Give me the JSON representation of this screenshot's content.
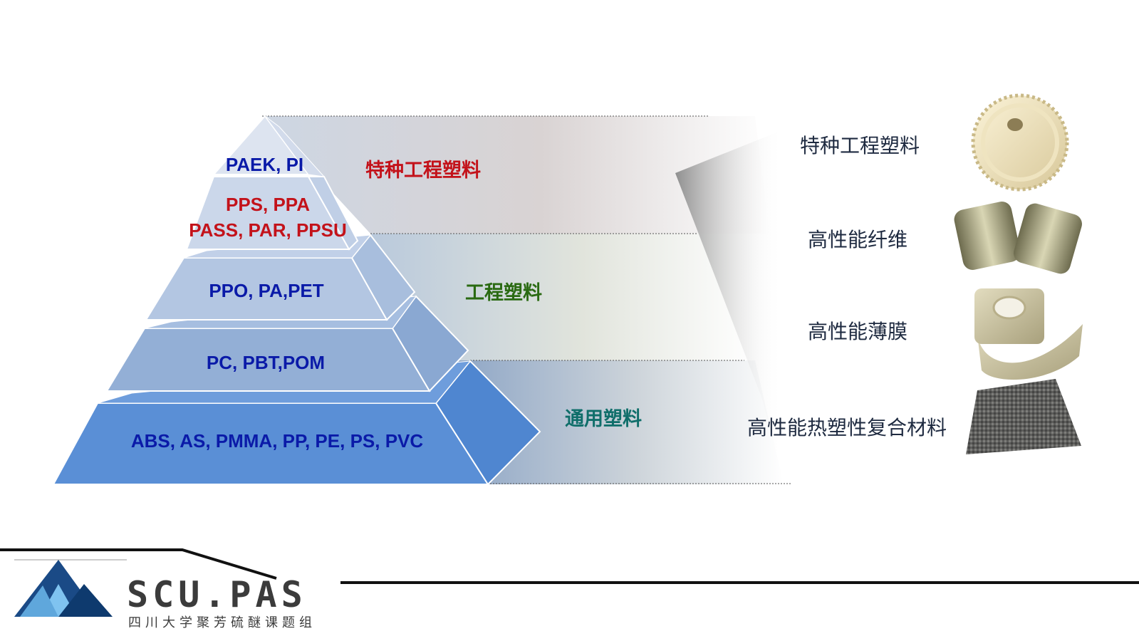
{
  "pyramid": {
    "tier1": "PAEK, PI",
    "tier2_line1": "PPS, PPA",
    "tier2_line2": "PASS, PAR, PPSU",
    "tier3": "PPO, PA,PET",
    "tier4": "PC, PBT,POM",
    "tier5": "ABS, AS, PMMA, PP, PE, PS, PVC"
  },
  "categories": {
    "special": "特种工程塑料",
    "engineering": "工程塑料",
    "general": "通用塑料"
  },
  "products": [
    {
      "label": "特种工程塑料",
      "icon": "gear-image"
    },
    {
      "label": "高性能纤维",
      "icon": "fiber-spools-image"
    },
    {
      "label": "高性能薄膜",
      "icon": "film-roll-image"
    },
    {
      "label": "高性能热塑性复合材料",
      "icon": "composite-sheet-image"
    }
  ],
  "logo": {
    "name": "SCU.PAS",
    "subtitle": "四川大学聚芳硫醚课题组"
  },
  "colors": {
    "special": "#c3121a",
    "engineering": "#2a6a12",
    "general": "#0f6e6a",
    "polymer_names": "#0a1aa8"
  }
}
